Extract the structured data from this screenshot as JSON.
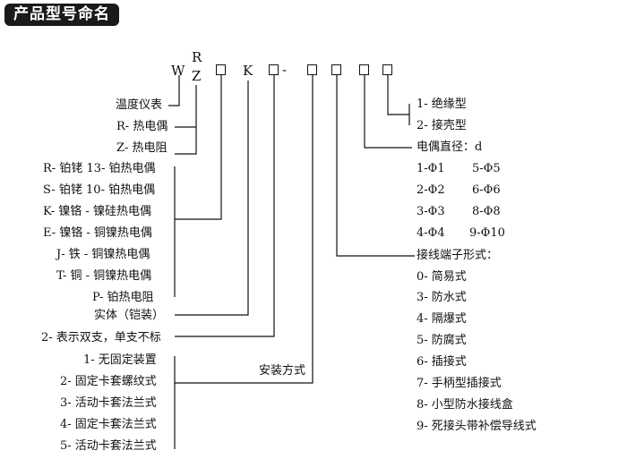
{
  "title": "产品型号命名",
  "model_code": {
    "w": "W",
    "r": "R",
    "z": "Z",
    "k": "K",
    "dash": "-"
  },
  "left_labels": {
    "temperature_instrument": "温度仪表",
    "r_thermocouple": "R- 热电偶",
    "z_thermistor": "Z- 热电阻",
    "type_r": "R- 铂铑 13- 铂热电偶",
    "type_s": "S- 铂铑 10- 铂热电偶",
    "type_k": "K- 镍铬 - 镍硅热电偶",
    "type_e": "E- 镍铬 - 铜镍热电偶",
    "type_j": "J- 铁 - 铜镍热电偶",
    "type_t": "T- 铜 - 铜镍热电偶",
    "type_p": "P- 铂热电阻",
    "solid": "实体（铠装）",
    "dual": "2- 表示双支，单支不标",
    "install_1": "1- 无固定装置",
    "install_2": "2- 固定卡套螺纹式",
    "install_3": "3- 活动卡套法兰式",
    "install_4": "4- 固定卡套法兰式",
    "install_5": "5- 活动卡套法兰式",
    "install_method": "安装方式"
  },
  "right_labels": {
    "insulated": "1- 绝缘型",
    "grounded": "2- 接壳型",
    "diameter_heading": "电偶直径：d",
    "d1": "1-Φ1",
    "d5": "5-Φ5",
    "d2": "2-Φ2",
    "d6": "6-Φ6",
    "d3": "3-Φ3",
    "d8": "8-Φ8",
    "d4": "4-Φ4",
    "d10": "9-Φ10",
    "terminal_heading": "接线端子形式：",
    "term_0": "0- 简易式",
    "term_3": "3- 防水式",
    "term_4": "4- 隔爆式",
    "term_5": "5- 防腐式",
    "term_6": "6- 插接式",
    "term_7": "7- 手柄型插接式",
    "term_8": "8- 小型防水接线盒",
    "term_9": "9- 死接头带补偿导线式"
  }
}
